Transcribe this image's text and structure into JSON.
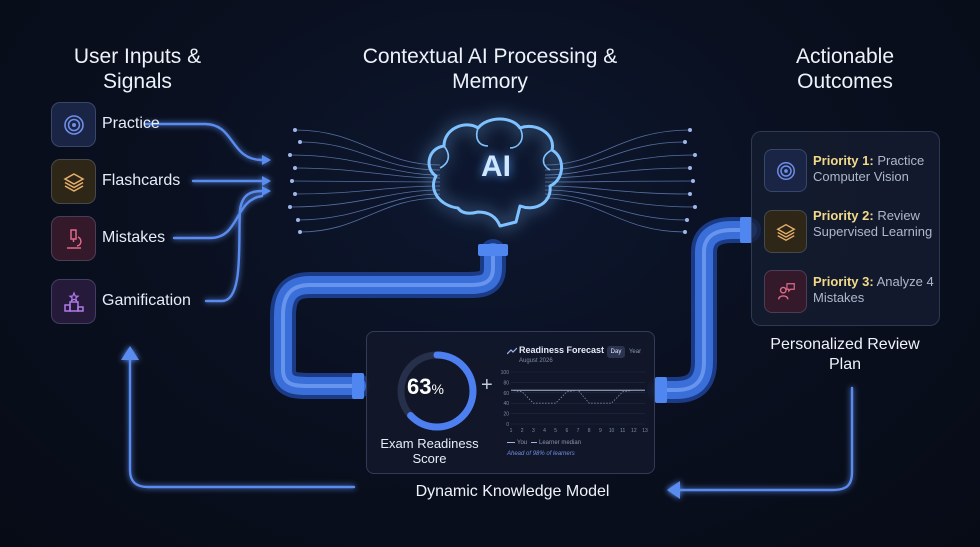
{
  "titles": {
    "left": "User Inputs & Signals",
    "middle": "Contextual AI Processing & Memory",
    "right": "Actionable Outcomes"
  },
  "inputs": [
    {
      "label": "Practice",
      "icon": "target-icon",
      "color": "#6f8ee8"
    },
    {
      "label": "Flashcards",
      "icon": "stack-icon",
      "color": "#e8b06a"
    },
    {
      "label": "Mistakes",
      "icon": "microscope-icon",
      "color": "#e06a8a"
    },
    {
      "label": "Gamification",
      "icon": "podium-icon",
      "color": "#b07ae8"
    }
  ],
  "ai": {
    "label": "AI"
  },
  "dashboard": {
    "score": "63",
    "score_unit": "%",
    "score_fraction": 0.63,
    "score_label": "Exam Readiness Score",
    "plus": "+",
    "forecast_title": "Readiness Forecast",
    "forecast_subtitle": "August 2026",
    "toggle_day": "Day",
    "toggle_year": "Year",
    "legend_you": "You",
    "legend_median": "Learner median",
    "ahead": "Ahead of 98% of learners"
  },
  "chart_data": {
    "type": "line",
    "x": [
      1,
      2,
      3,
      4,
      5,
      6,
      7,
      8,
      9,
      10,
      11,
      12,
      13
    ],
    "ylim": [
      0,
      100
    ],
    "yticks": [
      0,
      20,
      40,
      60,
      80,
      100
    ],
    "series": [
      {
        "name": "You",
        "values": [
          65,
          65,
          65,
          65,
          65,
          65,
          65,
          65,
          65,
          65,
          65,
          65,
          65
        ]
      },
      {
        "name": "Learner median",
        "values": [
          65,
          62,
          40,
          40,
          40,
          62,
          65,
          40,
          40,
          40,
          62,
          65,
          65
        ]
      }
    ]
  },
  "outcomes": [
    {
      "priority": "Priority 1:",
      "text": "Practice Computer Vision",
      "icon": "target-icon",
      "color": "#6f8ee8"
    },
    {
      "priority": "Priority 2:",
      "text": "Review Supervised Learning",
      "icon": "stack-icon",
      "color": "#e8b06a"
    },
    {
      "priority": "Priority 3:",
      "text": "Analyze 4 Mistakes",
      "icon": "review-person-icon",
      "color": "#e06a8a"
    }
  ],
  "plan_label": "Personalized Review Plan",
  "model_label": "Dynamic Knowledge Model",
  "colors": {
    "accent": "#4d7ff0",
    "glow": "#5aa0ff",
    "pipe": "#3b6fd6"
  }
}
